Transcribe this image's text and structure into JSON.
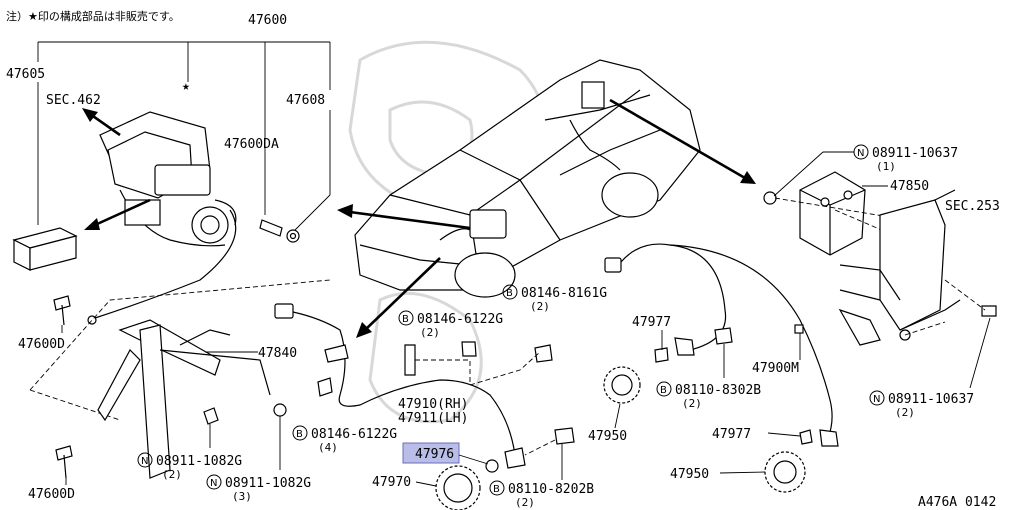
{
  "note": "注）★印の構成部品は非販売です。",
  "drawing_code": "A476A 0142",
  "labels": {
    "l47600": "47600",
    "l47605": "47605",
    "l47608": "47608",
    "sec462": "SEC.462",
    "l47600DA": "47600DA",
    "star": "★",
    "l47600D_1": "47600D",
    "l47600D_2": "47600D",
    "l47840": "47840",
    "n08911_1082G_2": "08911-1082G",
    "n08911_1082G_2_qty": "(2)",
    "n08911_1082G_3": "08911-1082G",
    "n08911_1082G_3_qty": "(3)",
    "b08146_6122G_a": "08146-6122G",
    "b08146_6122G_a_qty": "(2)",
    "b08146_6122G_b": "08146-6122G",
    "b08146_6122G_b_qty": "(4)",
    "b08146_8161G": "08146-8161G",
    "b08146_8161G_qty": "(2)",
    "l47910": "47910(RH)",
    "l47911": "47911(LH)",
    "l47976": "47976",
    "l47970": "47970",
    "b08110_8202B": "08110-8202B",
    "b08110_8202B_qty": "(2)",
    "l47950_a": "47950",
    "l47977_a": "47977",
    "b08110_8302B": "08110-8302B",
    "b08110_8302B_qty": "(2)",
    "l47900M": "47900M",
    "l47977_b": "47977",
    "l47950_b": "47950",
    "n08911_10637_top": "08911-10637",
    "n08911_10637_top_qty": "(1)",
    "l47850": "47850",
    "sec253": "SEC.253",
    "n08911_10637_bot": "08911-10637",
    "n08911_10637_bot_qty": "(2)",
    "circle_N": "N",
    "circle_B": "B"
  }
}
